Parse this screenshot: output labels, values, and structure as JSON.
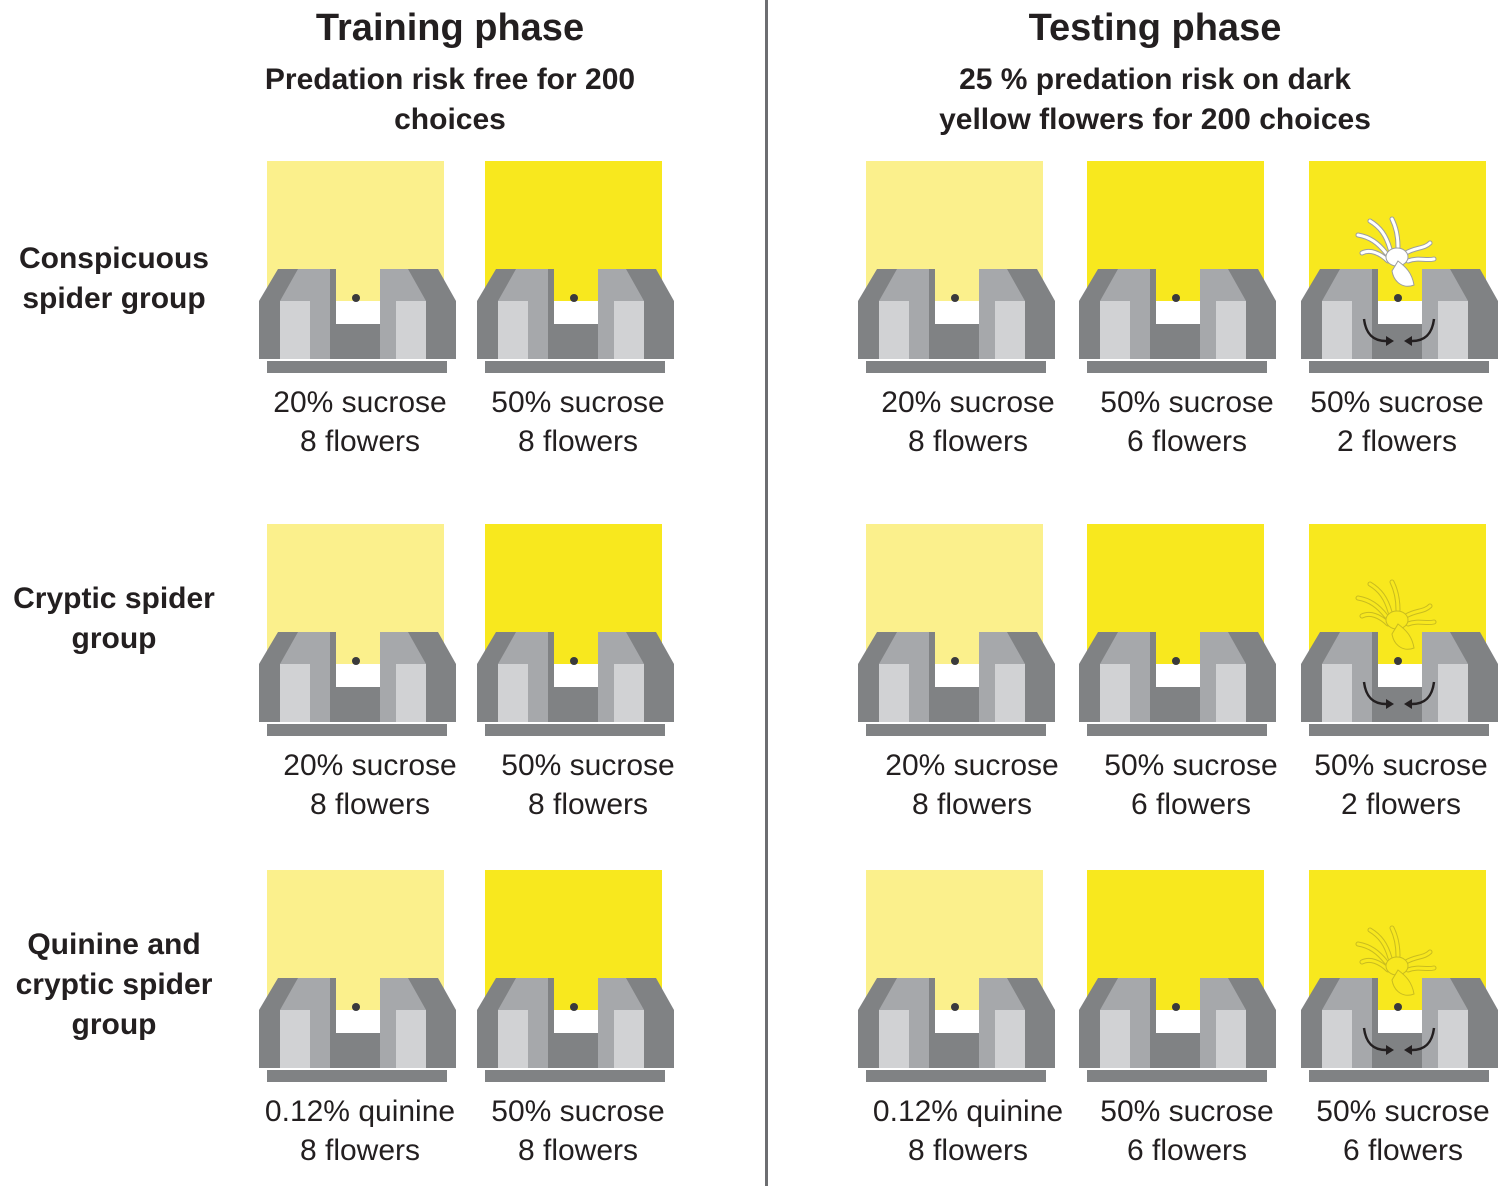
{
  "colors": {
    "light_yellow": "#fbf08c",
    "dark_yellow": "#f8e81e",
    "block_dark": "#808284",
    "block_mid": "#a6a8ab",
    "block_light": "#d1d2d4",
    "divider": "#6d6e71",
    "spider_white": "#ffffff",
    "spider_cryptic": "#f8e81e"
  },
  "training": {
    "title": "Training phase",
    "subtitle_line1": "Predation risk free for 200",
    "subtitle_line2": "choices"
  },
  "testing": {
    "title": "Testing phase",
    "subtitle_line1": "25 % predation risk on dark",
    "subtitle_line2": "yellow flowers for 200 choices"
  },
  "groups": [
    {
      "label_line1": "Conspicuous",
      "label_line2": "spider group",
      "label_line3": "",
      "training": [
        {
          "color": "light",
          "line1": "20% sucrose",
          "line2": "8 flowers"
        },
        {
          "color": "dark",
          "line1": "50% sucrose",
          "line2": "8 flowers"
        }
      ],
      "testing": [
        {
          "color": "light",
          "line1": "20% sucrose",
          "line2": "8 flowers",
          "spider": "none"
        },
        {
          "color": "dark",
          "line1": "50% sucrose",
          "line2": "6 flowers",
          "spider": "none"
        },
        {
          "color": "dark",
          "line1": "50% sucrose",
          "line2": "2 flowers",
          "spider": "conspicuous-spider-icon"
        }
      ]
    },
    {
      "label_line1": "Cryptic spider",
      "label_line2": "group",
      "label_line3": "",
      "training": [
        {
          "color": "light",
          "line1": "20% sucrose",
          "line2": "8 flowers"
        },
        {
          "color": "dark",
          "line1": "50% sucrose",
          "line2": "8 flowers"
        }
      ],
      "testing": [
        {
          "color": "light",
          "line1": "20% sucrose",
          "line2": "8 flowers",
          "spider": "none"
        },
        {
          "color": "dark",
          "line1": "50% sucrose",
          "line2": "6 flowers",
          "spider": "none"
        },
        {
          "color": "dark",
          "line1": "50% sucrose",
          "line2": "2 flowers",
          "spider": "cryptic-spider-icon"
        }
      ]
    },
    {
      "label_line1": "Quinine and",
      "label_line2": "cryptic spider",
      "label_line3": "group",
      "training": [
        {
          "color": "light",
          "line1": "0.12% quinine",
          "line2": "8 flowers"
        },
        {
          "color": "dark",
          "line1": "50% sucrose",
          "line2": "8 flowers"
        }
      ],
      "testing": [
        {
          "color": "light",
          "line1": "0.12% quinine",
          "line2": "8 flowers",
          "spider": "none"
        },
        {
          "color": "dark",
          "line1": "50% sucrose",
          "line2": "6 flowers",
          "spider": "none"
        },
        {
          "color": "dark",
          "line1": "50% sucrose",
          "line2": "6 flowers",
          "spider": "cryptic-spider-icon"
        }
      ]
    }
  ]
}
